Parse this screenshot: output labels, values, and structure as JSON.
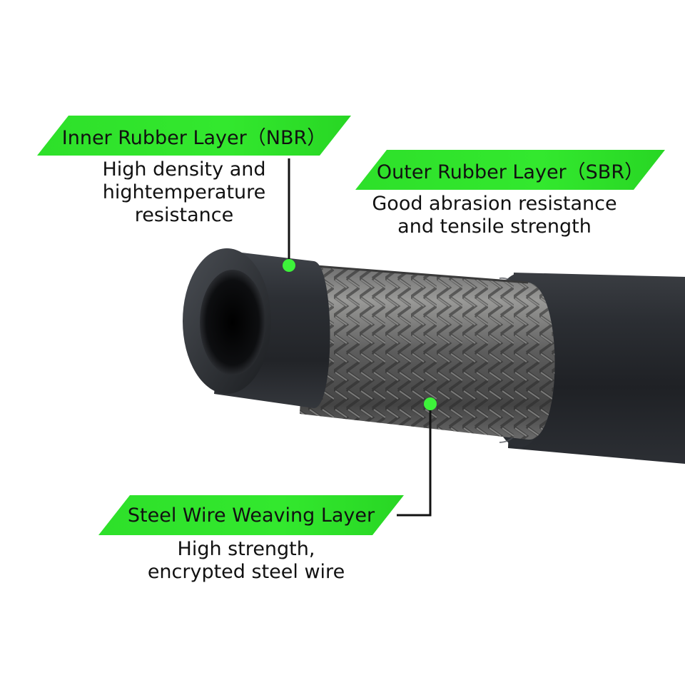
{
  "labels": {
    "inner": {
      "title": "Inner Rubber Layer（NBR）",
      "lines": [
        "High density and",
        "hightemperature",
        "resistance"
      ]
    },
    "outer": {
      "title": "Outer Rubber Layer（SBR）",
      "lines": [
        "Good abrasion resistance",
        "and tensile strength"
      ]
    },
    "steel": {
      "title": "Steel Wire Weaving Layer",
      "lines": [
        "High strength,",
        "encrypted steel wire"
      ]
    }
  },
  "colors": {
    "label_green": "#2ee02a",
    "marker_green": "#3df23a",
    "hose_black": "#26282c",
    "braid_gray": "#7a7a7a"
  }
}
